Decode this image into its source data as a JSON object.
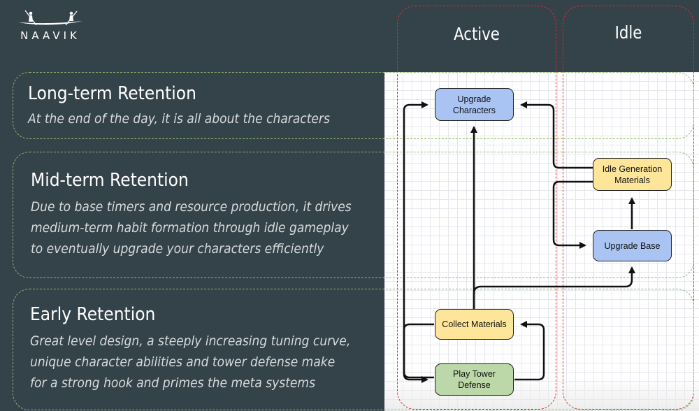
{
  "brand": {
    "name": "NAAVIK"
  },
  "columns": {
    "active": "Active",
    "idle": "Idle"
  },
  "rows": [
    {
      "title": "Long-term Retention",
      "lines": [
        "At the end of the day, it is all about the characters"
      ]
    },
    {
      "title": "Mid-term Retention",
      "lines": [
        "Due to base timers and resource production, it drives",
        "medium-term habit formation through idle gameplay",
        "to eventually upgrade your characters efficiently"
      ]
    },
    {
      "title": "Early Retention",
      "lines": [
        "Great level design, a steeply increasing tuning curve,",
        "unique character abilities and tower defense make",
        "for a strong hook and primes the meta systems"
      ]
    }
  ],
  "nodes": {
    "upgrade_characters": [
      "Upgrade",
      "Characters"
    ],
    "idle_generation": [
      "Idle Generation",
      "Materials"
    ],
    "upgrade_base": "Upgrade Base",
    "collect_materials": "Collect Materials",
    "play_tower_defense": [
      "Play Tower",
      "Defense"
    ]
  },
  "colors": {
    "background": "#34424a",
    "row_border": "#8fb86b",
    "column_border": "#e0292c",
    "node_blue": "#a9c4f2",
    "node_yellow": "#fde59a",
    "node_green": "#bcd8a8"
  }
}
